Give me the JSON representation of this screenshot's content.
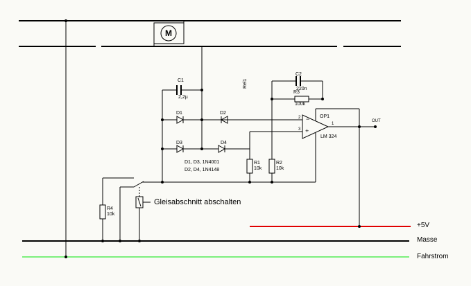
{
  "components": {
    "motor": "M",
    "c1": {
      "name": "C1",
      "value": "2,2µ"
    },
    "c2": {
      "name": "C2",
      "value": "220n"
    },
    "r3": {
      "name": "R3",
      "value": "100k"
    },
    "rel1": "Rel1",
    "d1": "D1",
    "d2": "D2",
    "d3": "D3",
    "d4": "D4",
    "diode_types_1": "D1, D3, 1N4001",
    "diode_types_2": "D2, D4, 1N4148",
    "op1": {
      "name": "OP1",
      "type": "LM 324",
      "pin_1": "1",
      "pin_2": "2",
      "pin_3": "3"
    },
    "out": "OUT",
    "r1": {
      "name": "R1",
      "value": "10k"
    },
    "r2": {
      "name": "R2",
      "value": "10k"
    },
    "r4": {
      "name": "R4",
      "value": "10k"
    }
  },
  "labels": {
    "relay_note": "Gleisabschnitt abschalten",
    "plus5v": "+5V",
    "masse": "Masse",
    "fahrstrom": "Fahrstrom"
  },
  "colors": {
    "wire": "#000000",
    "plus5v_rail": "#e00000",
    "fahrstrom_rail": "#7cf07c",
    "background": "#fafaf6"
  }
}
